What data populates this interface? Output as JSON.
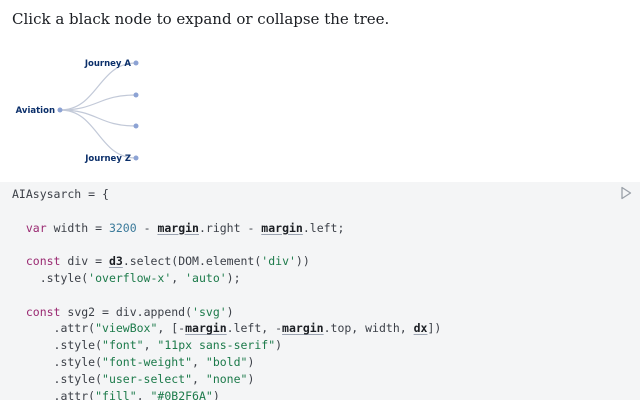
{
  "intro": "Click a black node to expand or collapse the tree.",
  "tree": {
    "root": "Aviation",
    "children": [
      "Journey A",
      "",
      "",
      "Journey Z"
    ],
    "text_color": "#0B2F6A",
    "link_color": "#c2c9d8",
    "node_color": "#8da3d4"
  },
  "code": {
    "lines": [
      [
        [
          "p",
          "AIAsysarch = {"
        ]
      ],
      [],
      [
        [
          "p",
          "  "
        ],
        [
          "kw",
          "var"
        ],
        [
          "p",
          " width = "
        ],
        [
          "num",
          "3200"
        ],
        [
          "p",
          " - "
        ],
        [
          "ref",
          "margin"
        ],
        [
          "p",
          ".right - "
        ],
        [
          "ref",
          "margin"
        ],
        [
          "p",
          ".left;"
        ]
      ],
      [],
      [
        [
          "p",
          "  "
        ],
        [
          "kw",
          "const"
        ],
        [
          "p",
          " div = "
        ],
        [
          "ref",
          "d3"
        ],
        [
          "p",
          ".select(DOM.element("
        ],
        [
          "str",
          "'div'"
        ],
        [
          "p",
          "))"
        ]
      ],
      [
        [
          "p",
          "    .style("
        ],
        [
          "str",
          "'overflow-x'"
        ],
        [
          "p",
          ", "
        ],
        [
          "str",
          "'auto'"
        ],
        [
          "p",
          ");"
        ]
      ],
      [],
      [
        [
          "p",
          "  "
        ],
        [
          "kw",
          "const"
        ],
        [
          "p",
          " svg2 = div.append("
        ],
        [
          "str",
          "'svg'"
        ],
        [
          "p",
          ")"
        ]
      ],
      [
        [
          "p",
          "      .attr("
        ],
        [
          "str",
          "\"viewBox\""
        ],
        [
          "p",
          ", [-"
        ],
        [
          "ref",
          "margin"
        ],
        [
          "p",
          ".left, -"
        ],
        [
          "ref",
          "margin"
        ],
        [
          "p",
          ".top, width, "
        ],
        [
          "ref",
          "dx"
        ],
        [
          "p",
          "])"
        ]
      ],
      [
        [
          "p",
          "      .style("
        ],
        [
          "str",
          "\"font\""
        ],
        [
          "p",
          ", "
        ],
        [
          "str",
          "\"11px sans-serif\""
        ],
        [
          "p",
          ")"
        ]
      ],
      [
        [
          "p",
          "      .style("
        ],
        [
          "str",
          "\"font-weight\""
        ],
        [
          "p",
          ", "
        ],
        [
          "str",
          "\"bold\""
        ],
        [
          "p",
          ")"
        ]
      ],
      [
        [
          "p",
          "      .style("
        ],
        [
          "str",
          "\"user-select\""
        ],
        [
          "p",
          ", "
        ],
        [
          "str",
          "\"none\""
        ],
        [
          "p",
          ")"
        ]
      ],
      [
        [
          "p",
          "      .attr("
        ],
        [
          "str",
          "\"fill\""
        ],
        [
          "p",
          ", "
        ],
        [
          "str",
          "\"#0B2F6A\""
        ],
        [
          "p",
          ")"
        ]
      ]
    ]
  }
}
